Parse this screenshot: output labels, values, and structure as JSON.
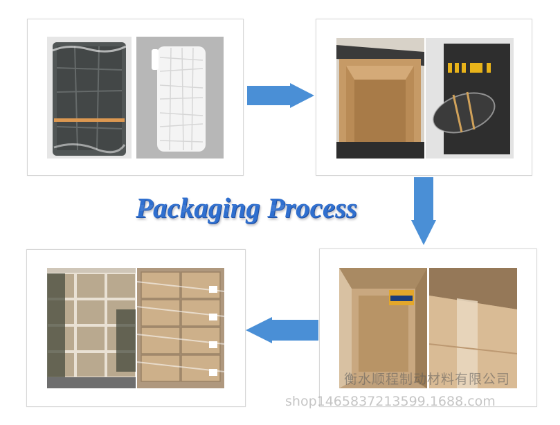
{
  "title": "Packaging Process",
  "watermark": {
    "company": "衡水顺程制动材料有限公司",
    "url": "shop1465837213599.1688.com"
  },
  "colors": {
    "arrow": "#4a8fd6",
    "title": "#2f6fcf",
    "frame_border": "#d6d6d6"
  },
  "steps": [
    {
      "id": 1,
      "photos": [
        "brake-pads-wrapped-in-plastic",
        "brake-pads-in-foam-sleeve"
      ]
    },
    {
      "id": 2,
      "photos": [
        "open-cardboard-box",
        "brake-pads-on-black-box"
      ]
    },
    {
      "id": 3,
      "photos": [
        "boxes-inside-carton",
        "sealed-carton"
      ]
    },
    {
      "id": 4,
      "photos": [
        "stacked-cartons",
        "stretch-wrapped-pallet"
      ]
    }
  ]
}
